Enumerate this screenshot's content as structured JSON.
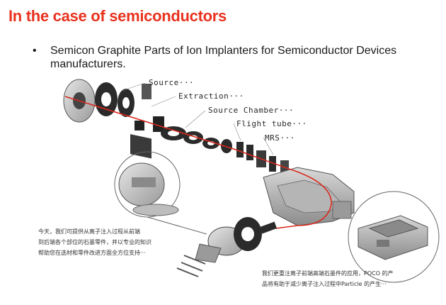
{
  "slide": {
    "title": "In the case of semiconductors",
    "bullet": "Semicon Graphite Parts of Ion Implanters for Semiconductor Devices manufacturers."
  },
  "colors": {
    "title": "#e8321e",
    "beam": "#d9291c",
    "part_dark": "#2b2b2b",
    "part_light": "#c9c9c9"
  },
  "figure": {
    "callouts": {
      "source": "Source···",
      "extraction": "Extraction···",
      "source_chamber": "Source Chamber···",
      "flight_tube": "Flight tube···",
      "mrs": "MRS···"
    },
    "note_left": [
      "今天，我们可提供从离子注入过程从前端",
      "到后端各个部位的石墨零件，并以专业的知识",
      "帮助您在选材和零件改进方面全方位支持···"
    ],
    "note_right": [
      "我们更重注离子前端高端石墨件的应用，POCO 的产",
      "品将有助于减少离子注入过程中Particle 的产生···"
    ]
  }
}
